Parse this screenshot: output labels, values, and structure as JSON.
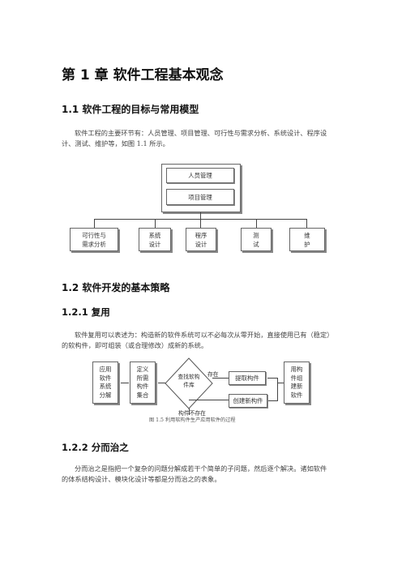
{
  "chapter_title": "第 1 章  软件工程基本观念",
  "section_1_1": {
    "title": "1.1  软件工程的目标与常用模型",
    "paragraph_line1": "软件工程的主要环节有：人员管理、项目管理、可行性与需求分析、系统设计、程序设",
    "paragraph_line2": "计、测试、维护等，如图 1.1 所示。"
  },
  "figure_1_1": {
    "top_box": "人员管理",
    "mid_box": "项目管理",
    "bottom_boxes": [
      {
        "line1": "可行性与",
        "line2": "需求分析"
      },
      {
        "line1": "系统",
        "line2": "设计"
      },
      {
        "line1": "程序",
        "line2": "设计"
      },
      {
        "line1": "测",
        "line2": "试"
      },
      {
        "line1": "维",
        "line2": "护"
      }
    ]
  },
  "section_1_2": {
    "title": "1.2  软件开发的基本策略"
  },
  "section_1_2_1": {
    "title": "1.2.1  复用",
    "paragraph_line1": "软件复用可以表述为：构造新的软件系统可以不必每次从零开始，直接使用已有（稳定）",
    "paragraph_line2": "的软构件，即可组装（或合理修改）成新的系统。"
  },
  "figure_1_5": {
    "box1": [
      "应用",
      "软件",
      "系统",
      "分解"
    ],
    "box2": [
      "定义",
      "所需",
      "构件",
      "集合"
    ],
    "diamond": [
      "查找软构",
      "件库"
    ],
    "label_exists": "存在",
    "box_extract": "提取构件",
    "box_create": "创建新构件",
    "label_not_exists": "构件不存在",
    "box_last": [
      "用构",
      "件组",
      "建新",
      "软件"
    ],
    "caption": "图 1.5    利用软构件生产应用软件的过程"
  },
  "section_1_2_2": {
    "title": "1.2.2  分而治之",
    "paragraph_line1": "分而治之是指把一个复杂的问题分解成若干个简单的子问题，然后逐个解决。诸如软件",
    "paragraph_line2": "的体系结构设计、模块化设计等都是分而治之的表象。"
  }
}
